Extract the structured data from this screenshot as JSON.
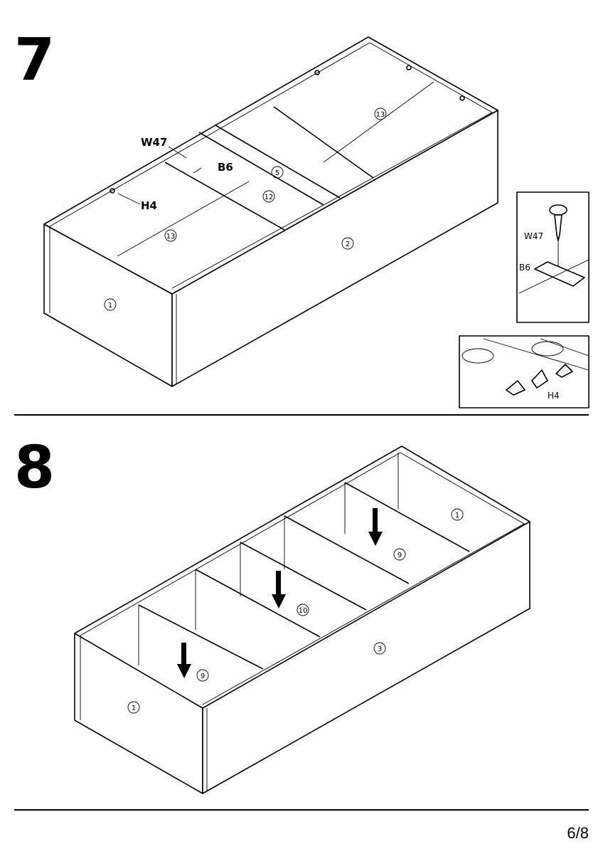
{
  "step7": {
    "number": "7",
    "callouts": {
      "w47": "W47",
      "b6": "B6",
      "h4": "H4"
    },
    "parts": [
      "13",
      "5",
      "12",
      "13",
      "2",
      "1"
    ],
    "inset_screw": {
      "w47": "W47",
      "b6": "B6"
    },
    "inset_cam": {
      "h4": "H4"
    }
  },
  "step8": {
    "number": "8",
    "parts": [
      "1",
      "9",
      "10",
      "9",
      "3",
      "1"
    ]
  },
  "footer": {
    "page": "6/8"
  }
}
